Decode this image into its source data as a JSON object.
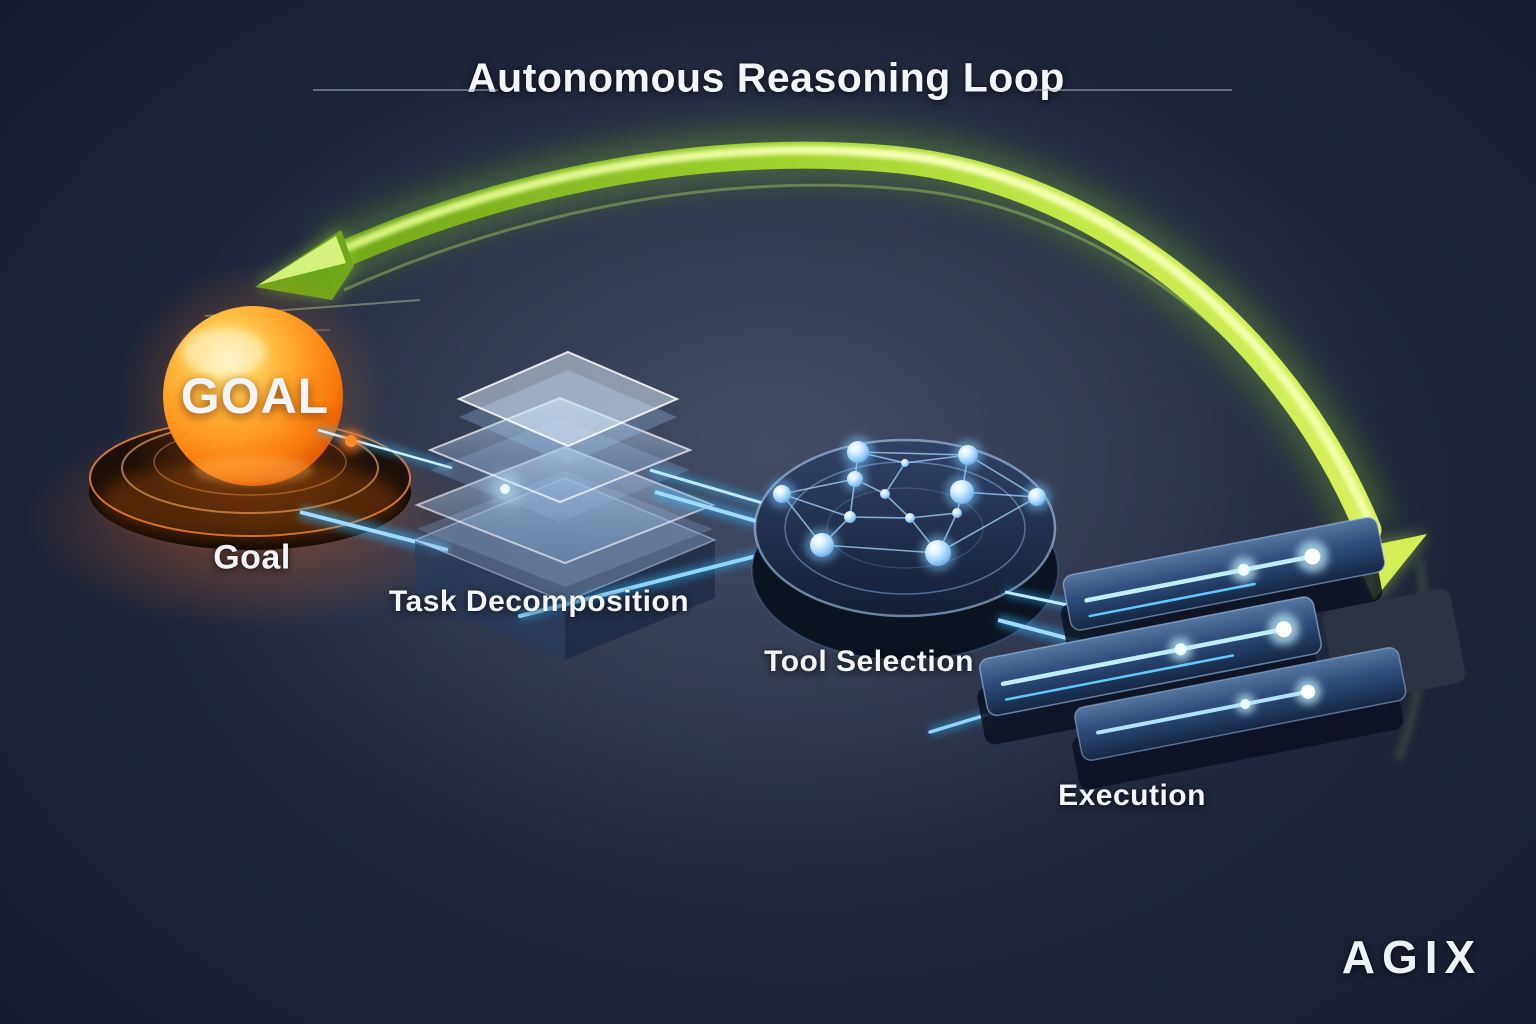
{
  "header": {
    "title": "Autonomous Reasoning Loop"
  },
  "stages": [
    {
      "name": "goal",
      "sphere_text": "GOAL",
      "label": "Goal"
    },
    {
      "name": "task-decomposition",
      "label": "Task Decomposition"
    },
    {
      "name": "tool-selection",
      "label": "Tool Selection"
    },
    {
      "name": "execution",
      "label": "Execution"
    }
  ],
  "brand": {
    "logo_text": "AGIX"
  },
  "colors": {
    "background_center": "#454e66",
    "background_edge": "#0e1424",
    "loop_arrow_green": "#a8d62e",
    "loop_arrow_core": "#f4ffb0",
    "goal_orange": "#ff8c17",
    "beam_blue": "#2fb4ff",
    "node_blue": "#8cc9f8",
    "glass_blue": "#b8d4f2",
    "label_text": "#f3f5f9"
  }
}
